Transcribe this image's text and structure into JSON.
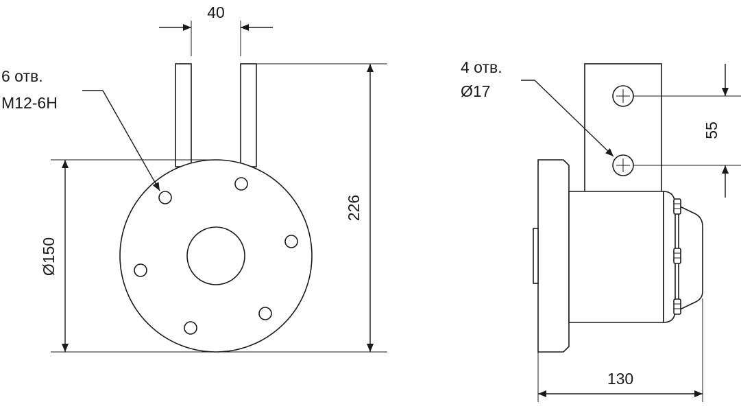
{
  "dimensions": {
    "stud_spacing": "40",
    "overall_height": "226",
    "flange_diameter": "Ø150",
    "hole_spacing": "55",
    "depth": "130"
  },
  "callouts": {
    "threaded_holes": {
      "count": "6 отв.",
      "thread": "M12-6H"
    },
    "mount_holes": {
      "count": "4 отв.",
      "diameter": "Ø17"
    }
  },
  "colors": {
    "line": "#1a1a1a",
    "background": "#ffffff"
  }
}
